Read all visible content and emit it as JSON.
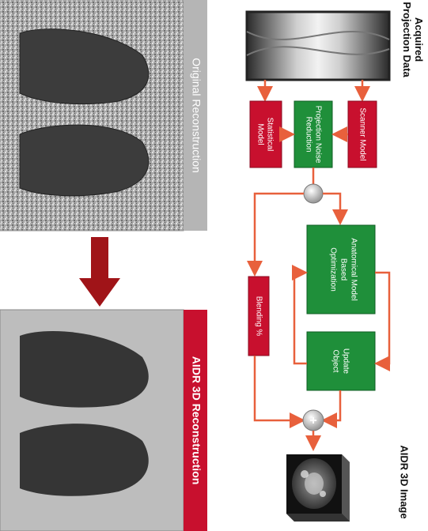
{
  "flowchart": {
    "acquired_label_line1": "Acquired",
    "acquired_label_line2": "Projection Data",
    "scanner_model": "Scanner Model",
    "projection_noise_line1": "Projection Noise",
    "projection_noise_line2": "Reduction",
    "statistical_line1": "Statistical",
    "statistical_line2": "Model",
    "anatomical_line1": "Anatomical Model",
    "anatomical_line2": "Based",
    "anatomical_line3": "Optimization",
    "update_line1": "Update",
    "update_line2": "Object",
    "blending": "Blending %",
    "aidr_image_label": "AIDR 3D Image",
    "plus_symbol": "+"
  },
  "comparison": {
    "original_title": "Original Reconstruction",
    "aidr_title": "AIDR 3D Reconstruction"
  },
  "colors": {
    "red_box": "#c8102e",
    "green_box": "#1f8f3a",
    "arrow_orange": "#e8603c",
    "dark_red_arrow": "#a01418",
    "gray_band": "#b5b5b5",
    "red_band": "#c8102e"
  }
}
